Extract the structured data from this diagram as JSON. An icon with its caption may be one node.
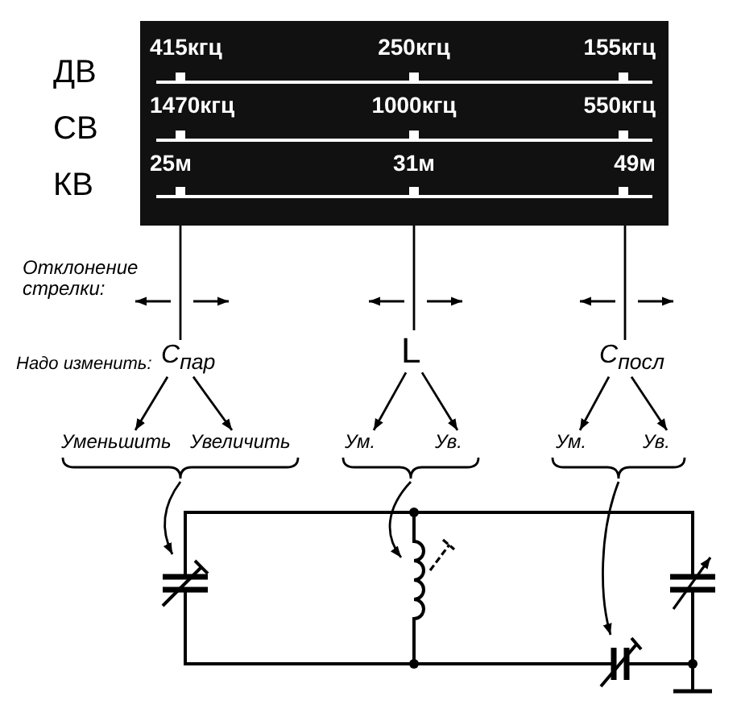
{
  "diagram": {
    "nodes": [
      {
        "text": [
          "415кгц",
          "250кгц",
          "155кгц",
          "1470кгц",
          "1000кгц",
          "550кгц",
          "25м",
          "31м",
          "49м"
        ]
      },
      {
        "text": [
          "C$_{пар}$"
        ]
      },
      {
        "text": [
          "L"
        ]
      },
      {
        "text": [
          "C$_{посл}$"
        ]
      },
      {
        "text": [
          "Уменьшить"
        ]
      },
      {
        "text": [
          "Увеличить"
        ]
      },
      {
        "text": [
          "Ум."
        ]
      },
      {
        "text": [
          "Ув."
        ]
      },
      {
        "text": [
          "Ум."
        ]
      },
      {
        "text": [
          "Ув."
        ]
      },
      {
        "text": [],
        "shape": "capacitor"
      },
      {
        "text": [],
        "shape": "inductor"
      },
      {
        "text": [],
        "shape": "capacitor"
      },
      {
        "text": [],
        "shape": "brace"
      },
      {
        "text": [],
        "shape": "brace"
      },
      {
        "text": [],
        "shape": "brace"
      },
      {
        "text": [],
        "shape": "capacitor"
      },
      {
        "text": [],
        "shape": "ground"
      }
    ],
    "edges": [
      {
        "from": 0,
        "to": 1,
        "arrow": "none"
      },
      {
        "from": 0,
        "to": 2,
        "arrow": "none"
      },
      {
        "from": 0,
        "to": 3,
        "arrow": "none"
      },
      {
        "from": 1,
        "to": 4,
        "arrow": "to"
      },
      {
        "from": 1,
        "to": 5,
        "arrow": "to"
      },
      {
        "from": 2,
        "to": 6,
        "arrow": "to"
      },
      {
        "from": 2,
        "to": 7,
        "arrow": "to"
      },
      {
        "from": 3,
        "to": 8,
        "arrow": "to"
      },
      {
        "from": 3,
        "to": 9,
        "arrow": "to"
      },
      {
        "from": 13,
        "to": 10,
        "arrow": "to"
      },
      {
        "from": 14,
        "to": 11,
        "arrow": "to"
      },
      {
        "from": 15,
        "to": 12,
        "arrow": "to"
      },
      {
        "from": 10,
        "to": 11,
        "arrow": "none"
      },
      {
        "from": 11,
        "to": 16,
        "arrow": "none"
      },
      {
        "from": 10,
        "to": 11,
        "arrow": "none"
      },
      {
        "from": 11,
        "to": 12,
        "arrow": "none"
      },
      {
        "from": 12,
        "to": 16,
        "arrow": "none"
      },
      {
        "from": 16,
        "to": 17,
        "arrow": "none"
      }
    ],
    "labels": [
      "ДВ",
      "СВ",
      "КВ",
      "Отклонение стрелки:",
      "Надо изменить:"
    ]
  }
}
